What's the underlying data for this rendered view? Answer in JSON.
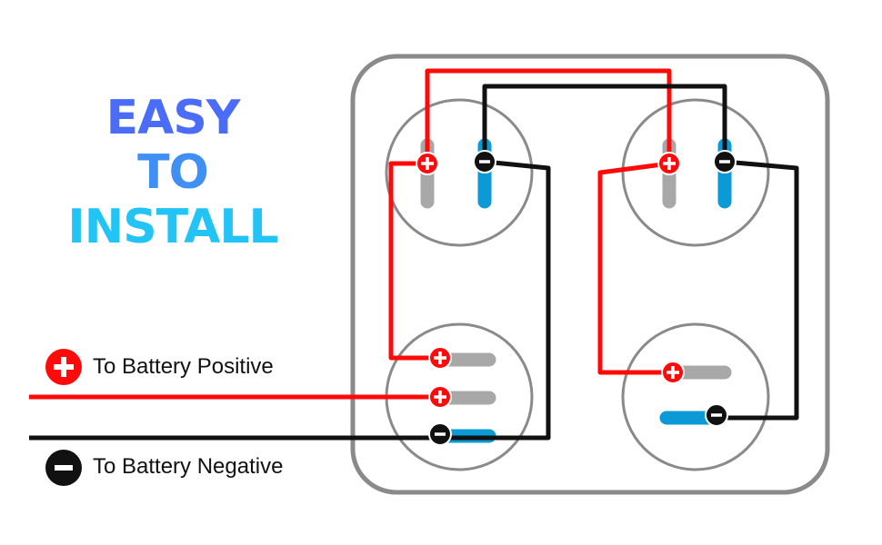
{
  "headline": {
    "line1": "EASY",
    "line2": "TO",
    "line3": "INSTALL"
  },
  "legend": {
    "positive_label": "To Battery Positive",
    "negative_label": "To Battery Negative",
    "positive_symbol": "+",
    "negative_symbol": "−"
  },
  "colors": {
    "positive_wire": "#ff0a0a",
    "negative_wire": "#111111",
    "terminal_gray": "#a8a8a8",
    "terminal_blue": "#0b9ad6",
    "panel_outline": "#8a8a8a",
    "headline_top": "#4a6cf7",
    "headline_bottom": "#22c4f5"
  },
  "icons": {
    "positive": "plus-circle-icon",
    "negative": "minus-circle-icon"
  }
}
